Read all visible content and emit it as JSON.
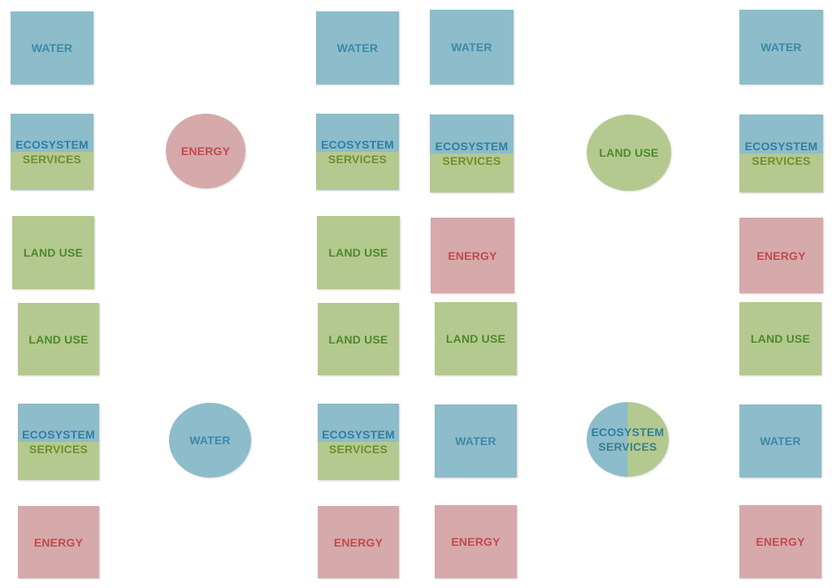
{
  "labels": {
    "water": "WATER",
    "energy": "ENERGY",
    "land_use": "LAND USE",
    "eco_line1": "ECOSYSTEM",
    "eco_line2": "SERVICES"
  },
  "colors": {
    "water": "#8dbcca",
    "land_use": "#b4c98f",
    "energy": "#d6a9aa",
    "water_text": "#3b8aa8",
    "land_text": "#4c8a2c",
    "energy_text": "#c4494d"
  }
}
